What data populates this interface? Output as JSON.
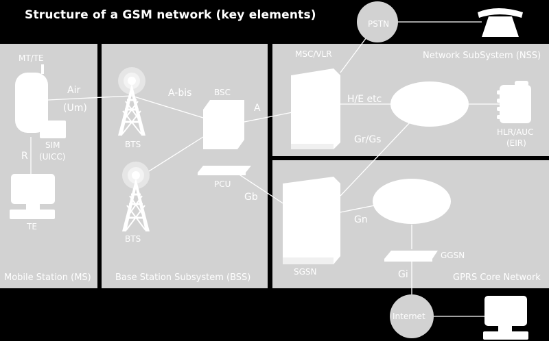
{
  "title": "Structure of a GSM network (key elements)",
  "panels": {
    "ms": "Mobile Station (MS)",
    "bss": "Base Station Subsystem (BSS)",
    "nss": "Network SubSystem (NSS)",
    "gprs": "GPRS Core Network"
  },
  "nodes": {
    "mt_te": "MT/TE",
    "sim": "SIM",
    "uicc": "(UICC)",
    "te": "TE",
    "bts1": "BTS",
    "bts2": "BTS",
    "bsc": "BSC",
    "pcu": "PCU",
    "msc_vlr": "MSC/VLR",
    "hlr_auc": "HLR/AUC",
    "eir": "(EIR)",
    "sgsn": "SGSN",
    "ggsn": "GGSN",
    "pstn": "PSTN",
    "internet": "Internet"
  },
  "interfaces": {
    "air": "Air",
    "um": "(Um)",
    "r": "R",
    "abis": "A-bis",
    "a": "A",
    "he": "H/E etc",
    "grgs": "Gr/Gs",
    "gb": "Gb",
    "gn": "Gn",
    "gi": "Gi"
  }
}
